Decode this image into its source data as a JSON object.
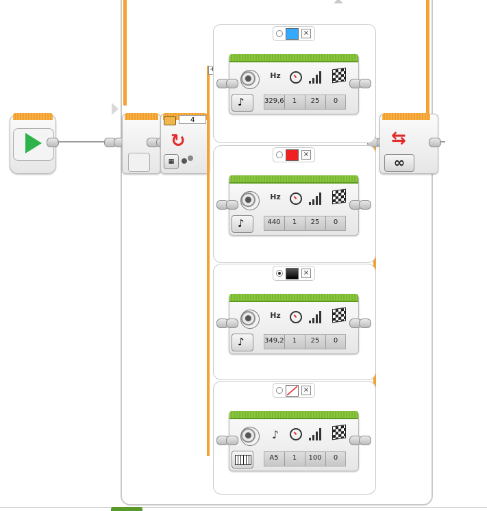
{
  "program": {
    "loop_count_value": "4",
    "loop_mode_symbol": "∞"
  },
  "switch": {
    "add_case_label": "+",
    "cases": [
      {
        "radio_selected": false,
        "swatch_color": "#33aaff",
        "close_label": "×",
        "param_freq_label": "Hz",
        "values": [
          "329,6",
          "1",
          "25",
          "0"
        ]
      },
      {
        "radio_selected": false,
        "swatch_color": "#ee2222",
        "close_label": "×",
        "param_freq_label": "Hz",
        "values": [
          "440",
          "1",
          "25",
          "0"
        ]
      },
      {
        "radio_selected": true,
        "swatch_color": "#111111",
        "close_label": "×",
        "param_freq_label": "Hz",
        "values": [
          "349,2",
          "1",
          "25",
          "0"
        ]
      },
      {
        "radio_selected": false,
        "swatch_color": "none",
        "close_label": "×",
        "param_freq_label": "",
        "values": [
          "A5",
          "1",
          "100",
          "0"
        ]
      }
    ]
  },
  "colors": {
    "wire_orange": "#f5a033",
    "block_green": "#8cc63f",
    "start_triangle": "#2db34a",
    "loop_arrow": "#e02a2a"
  }
}
